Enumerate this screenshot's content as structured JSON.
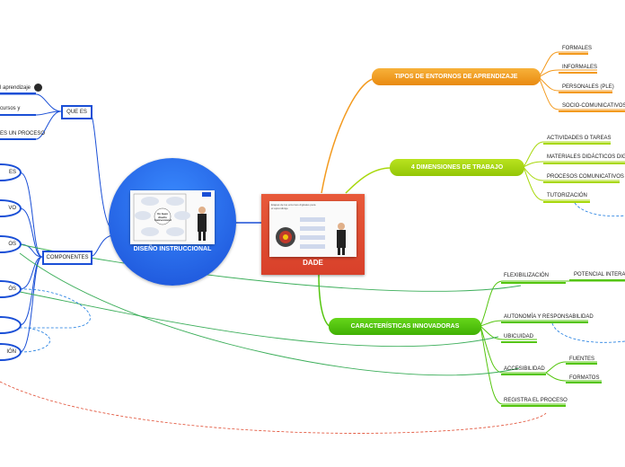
{
  "center": {
    "title": "DADE"
  },
  "left_hub": {
    "title": "DISEÑO INSTRUCCIONAL"
  },
  "thumbs": {
    "center_heading": "Etapas de los entornos digitales para el aprendizaje",
    "left_center_text": "Un buen diseño instruccional"
  },
  "tipos": {
    "title": "TIPOS DE ENTORNOS DE APRENDIZAJE",
    "items": [
      "FORMALES",
      "INFORMALES",
      "PERSONALES (PLE)",
      "SOCIO-COMUNICATIVOS"
    ]
  },
  "dimensiones": {
    "title": "4 DIMENSIONES DE TRABAJO",
    "items": [
      "ACTIVIDADES O TAREAS",
      "MATERIALES DIDÁCTICOS DIGITALES",
      "PROCESOS COMUNICATIVOS",
      "TUTORIZACIÓN"
    ]
  },
  "caracteristicas": {
    "title": "CARACTERÍSTICAS INNOVADORAS",
    "items": [
      "FLEXIBILIZACIÓN",
      "AUTONOMÍA Y RESPONSABILIDAD",
      "UBICUIDAD",
      "ACCESIBILIDAD",
      "REGISTRA EL PROCESO"
    ],
    "flex_sub": "POTENCIAL INTERACTIVO",
    "acces_sub": [
      "FUENTES",
      "FORMATOS"
    ]
  },
  "que_es": {
    "label": "QUE ES",
    "items": [
      "l aprendizaje",
      "cursos y",
      "ES UN PROCESO"
    ]
  },
  "componentes": {
    "label": "COMPONENTES",
    "items": [
      "ES",
      "VO",
      "OS",
      "ÓS",
      "",
      "IÓN"
    ]
  },
  "colors": {
    "orange": "#f39a1e",
    "green": "#54c50e",
    "lime": "#a8d80c",
    "blue": "#1a4fd6",
    "red": "#e04a2f"
  },
  "icons": [
    "globe-icon",
    "person-icon",
    "arrow-icon"
  ]
}
